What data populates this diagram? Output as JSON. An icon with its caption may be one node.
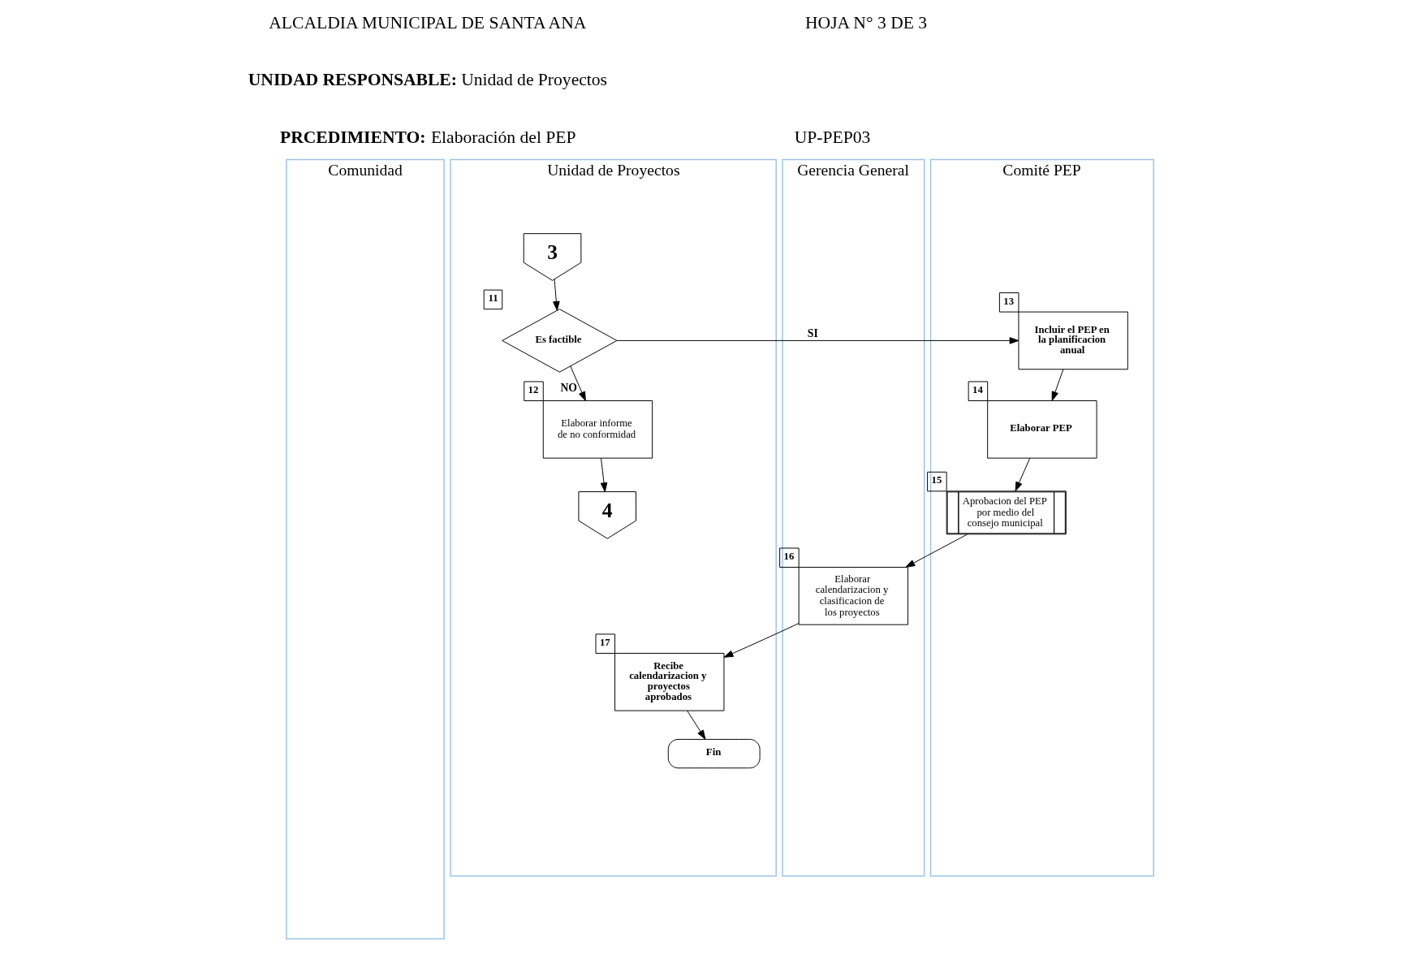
{
  "diagram": {
    "nodes": [
      {
        "text": [
          "Comunidad"
        ]
      },
      {
        "text": [
          "Gerencia General"
        ]
      },
      {
        "text": [
          "Comité PEP"
        ]
      },
      {
        "text": [
          "Unidad de Proyectos"
        ]
      },
      {
        "text": [
          "3"
        ],
        "in": 3
      },
      {
        "text": [
          "Es factible"
        ],
        "in": 3,
        "beside": [
          "11"
        ]
      },
      {
        "text": [
          "Incluir el PEP en la planificacion anual"
        ],
        "in": 2,
        "beside": [
          "13"
        ]
      },
      {
        "text": [
          "Elaborar PEP"
        ],
        "in": 2,
        "beside": [
          "14"
        ]
      },
      {
        "text": [
          "Elaborar informe de no conformidad"
        ],
        "in": 3,
        "beside": [
          "12"
        ]
      },
      {
        "text": [
          "4"
        ],
        "in": 3
      },
      {
        "text": [
          "Aprobacion del PEP por medio del consejo municipal"
        ],
        "in": 2,
        "beside": [
          "15"
        ]
      },
      {
        "text": [
          "Elaborar calendarizacion y clasificacion de los proyectos"
        ],
        "in": 1,
        "beside": [
          "16"
        ]
      },
      {
        "text": [
          "Recibe calendarizacion y proyectos aprobados"
        ],
        "in": 3,
        "beside": [
          "17"
        ]
      },
      {
        "text": [
          "Fin"
        ],
        "in": 3
      }
    ],
    "edges": [
      {
        "from": 4,
        "to": 5,
        "arrow": "to"
      },
      {
        "from": 5,
        "to": 6,
        "arrow": "to",
        "label": "SI"
      },
      {
        "from": 5,
        "to": 8,
        "arrow": "to",
        "label": "NO"
      },
      {
        "from": 6,
        "to": 7,
        "arrow": "to"
      },
      {
        "from": 8,
        "to": 9,
        "arrow": "to"
      },
      {
        "from": 7,
        "to": 10,
        "arrow": "to"
      },
      {
        "from": 10,
        "to": 11,
        "arrow": "to"
      },
      {
        "from": 11,
        "to": 12,
        "arrow": "to"
      },
      {
        "from": 12,
        "to": 13,
        "arrow": "to"
      }
    ],
    "labels": [
      "ALCALDIA MUNICIPAL DE SANTA ANA",
      "HOJA N° 3 DE 3",
      "**UNIDAD RESPONSABLE:** Unidad de Proyectos",
      "**PRCEDIMIENTO:** Elaboración del PEP",
      "UP-PEP03"
    ]
  }
}
